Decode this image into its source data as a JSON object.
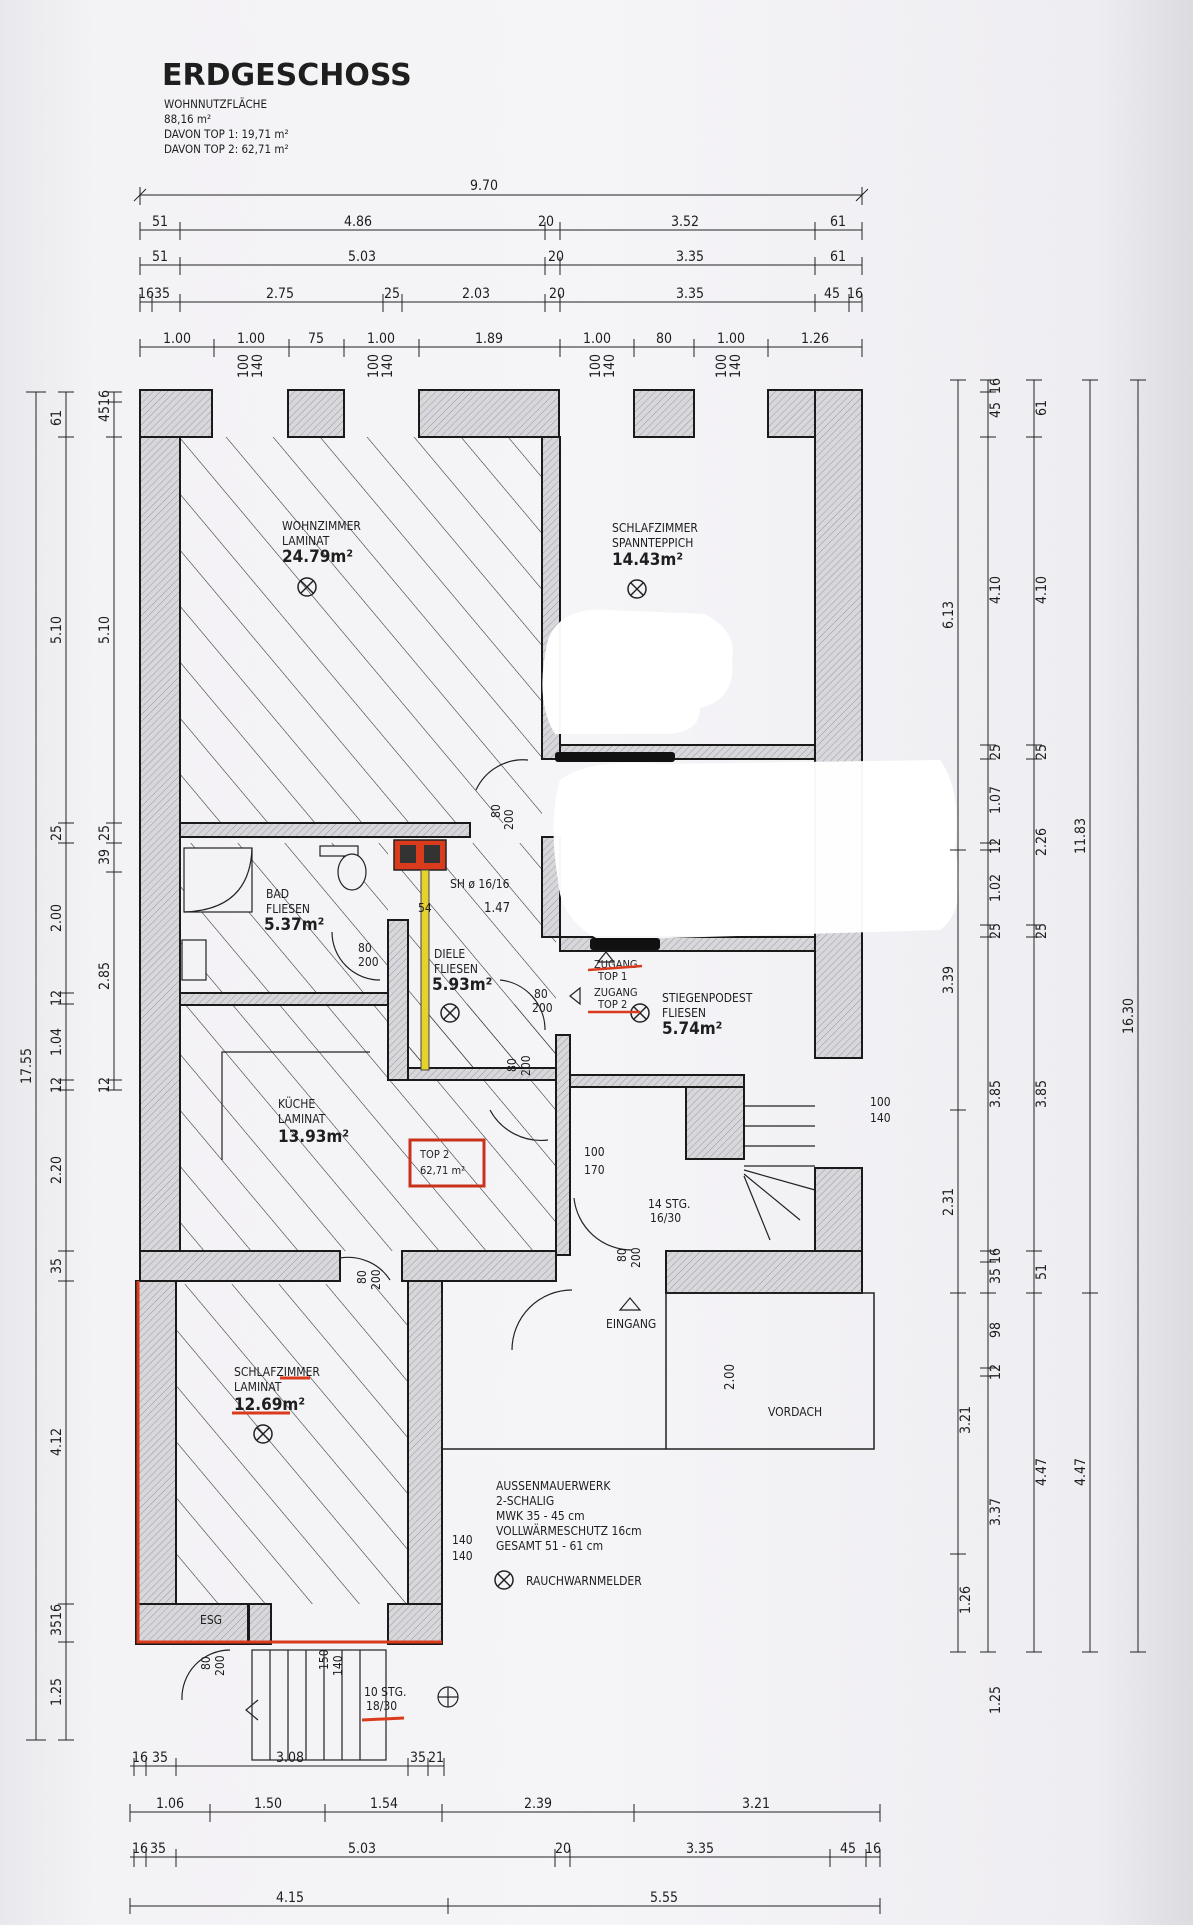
{
  "header": {
    "title": "ERDGESCHOSS",
    "line1": "WOHNNUTZFLÄCHE",
    "line2": "88,16 m²",
    "line3": "DAVON TOP 1: 19,71 m²",
    "line4": "DAVON TOP 2: 62,71 m²"
  },
  "rooms": {
    "wohnzimmer": {
      "name": "WOHNZIMMER",
      "floor": "LAMINAT",
      "area": "24.79m²"
    },
    "schlafzimmer_top": {
      "name": "SCHLAFZIMMER",
      "floor": "SPANNTEPPICH",
      "area": "14.43m²"
    },
    "bad": {
      "name": "BAD",
      "floor": "FLIESEN",
      "area": "5.37m²"
    },
    "diele": {
      "name": "DIELE",
      "floor": "FLIESEN",
      "area": "5.93m²"
    },
    "stiegenpodest": {
      "name": "STIEGENPODEST",
      "floor": "FLIESEN",
      "area": "5.74m²"
    },
    "kueche": {
      "name": "KÜCHE",
      "floor": "LAMINAT",
      "area": "13.93m²"
    },
    "schlafzimmer_bottom": {
      "name": "SCHLAFZIMMER",
      "floor": "LAMINAT",
      "area": "12.69m²"
    },
    "vordach": {
      "name": "VORDACH"
    }
  },
  "labels": {
    "zugang_top1_a": "ZUGANG",
    "zugang_top1_b": "TOP 1",
    "zugang_top2_a": "ZUGANG",
    "zugang_top2_b": "TOP 2",
    "top2_box_a": "TOP 2",
    "top2_box_b": "62,71 m²",
    "eingang": "EINGANG",
    "stairs_main_a": "14 STG.",
    "stairs_main_b": "16/30",
    "stairs_ext_a": "10 STG.",
    "stairs_ext_b": "18/30",
    "esg": "ESG",
    "sh": "SH ø 16/16",
    "d54": "54",
    "d147": "1.47"
  },
  "doors": {
    "d80_200": "80",
    "d200": "200",
    "d100": "100",
    "d140": "140",
    "d170": "170",
    "d150": "150"
  },
  "notes": {
    "line1": "AUSSENMAUERWERK",
    "line2": "2-SCHALIG",
    "line3": "MWK 35 - 45 cm",
    "line4": "VOLLWÄRMESCHUTZ 16cm",
    "line5": "GESAMT 51 - 61 cm",
    "smoke": "RAUCHWARNMELDER"
  },
  "dims_top": {
    "r1": [
      "9.70"
    ],
    "r2": [
      "51",
      "4.86",
      "20",
      "3.52",
      "61"
    ],
    "r3": [
      "51",
      "5.03",
      "20",
      "3.35",
      "61"
    ],
    "r4": [
      "16",
      "35",
      "2.75",
      "25",
      "2.03",
      "20",
      "3.35",
      "45",
      "16"
    ],
    "r5": [
      "1.00",
      "1.00",
      "75",
      "1.00",
      "1.89",
      "1.00",
      "80",
      "1.00",
      "1.26"
    ],
    "openings": [
      "100",
      "140"
    ]
  },
  "dims_bottom": {
    "r1": [
      "16",
      "35",
      "3.08",
      "35",
      "21"
    ],
    "r2": [
      "1.06",
      "1.50",
      "1.54",
      "2.39",
      "3.21"
    ],
    "r3": [
      "16",
      "35",
      "5.03",
      "20",
      "3.35",
      "45",
      "16"
    ],
    "r4": [
      "4.15",
      "5.55"
    ]
  },
  "dims_left": {
    "total": "17.55",
    "outer": [
      "61",
      "5.10",
      "25",
      "2.00",
      "12",
      "1.04",
      "12",
      "2.20",
      "35",
      "4.12",
      "16",
      "35",
      "1.25"
    ],
    "inner": [
      "45",
      "16",
      "5.10",
      "25",
      "39",
      "2.85",
      "12"
    ]
  },
  "dims_right": {
    "c1": [
      "45",
      "16",
      "4.10",
      "25",
      "1.07",
      "12",
      "1.02",
      "25",
      "3.85",
      "16",
      "35",
      "98",
      "12",
      "3.37",
      "1.25"
    ],
    "c2": [
      "61",
      "4.10",
      "25",
      "2.26",
      "25",
      "3.85",
      "51",
      "4.47"
    ],
    "c3": [
      "6.13",
      "3.39",
      "2.31",
      "3.21",
      "1.26"
    ],
    "c4": [
      "11.83",
      "4.47"
    ],
    "c5": [
      "16.30"
    ]
  }
}
